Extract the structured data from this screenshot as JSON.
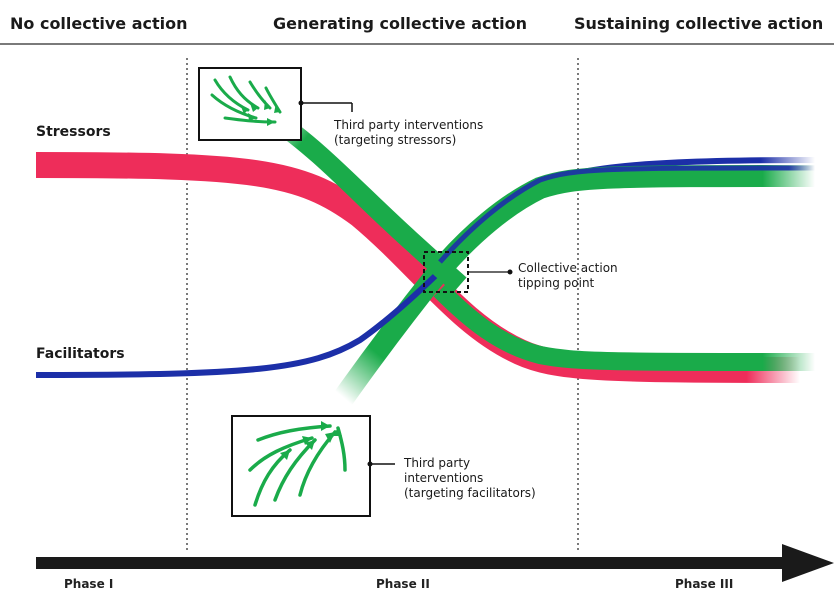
{
  "header": {
    "phase_titles": [
      "No collective action",
      "Generating collective action",
      "Sustaining collective action"
    ]
  },
  "labels": {
    "stressors": "Stressors",
    "facilitators": "Facilitators"
  },
  "annotations": {
    "stressor_intervention": "Third party interventions\n(targeting stressors)",
    "tipping_point": "Collective action\ntipping point",
    "facilitator_intervention": "Third party\ninterventions\n(targeting facilitators)"
  },
  "phases": [
    "Phase I",
    "Phase II",
    "Phase III"
  ],
  "colors": {
    "stressor": "#ee2d5a",
    "facilitator": "#1c2fa8",
    "intervention": "#1aab4a",
    "axis": "#1a1a1a"
  }
}
